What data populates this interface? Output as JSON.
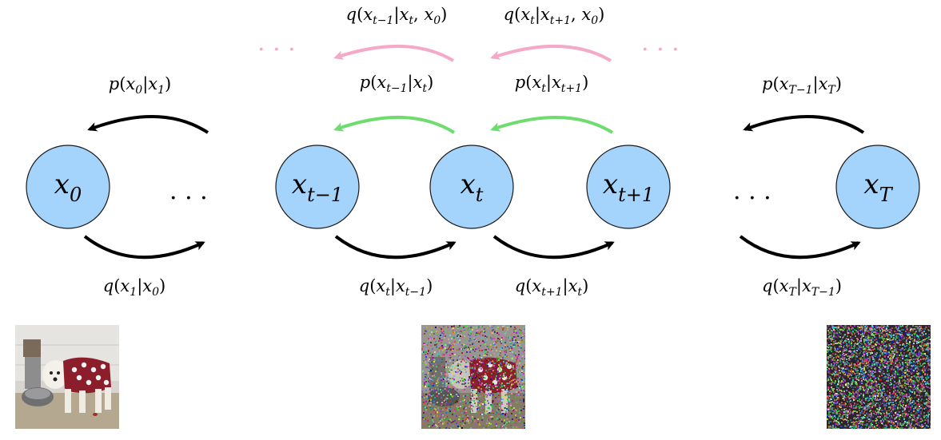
{
  "colors": {
    "node_fill": "#a4d3fb",
    "node_stroke": "#1a1a1a",
    "forward_arrow": "#000000",
    "reverse_arrow": "#000000",
    "model_arrow": "#6fdc6f",
    "posterior_arrow": "#f4a9c8"
  },
  "nodes": [
    {
      "id": "x0",
      "base": "x",
      "sub": "0"
    },
    {
      "id": "xt-1",
      "base": "x",
      "sub": "t−1"
    },
    {
      "id": "xt",
      "base": "x",
      "sub": "t"
    },
    {
      "id": "xt+1",
      "base": "x",
      "sub": "t+1"
    },
    {
      "id": "xT",
      "base": "x",
      "sub": "T"
    }
  ],
  "ellipsis": "· · ·",
  "labels": {
    "reverse_x0": {
      "f": "p",
      "a": "x",
      "as": "0",
      "b": "x",
      "bs": "1"
    },
    "reverse_xT": {
      "f": "p",
      "a": "x",
      "as": "T−1",
      "b": "x",
      "bs": "T"
    },
    "model_tm1": {
      "f": "p",
      "a": "x",
      "as": "t−1",
      "b": "x",
      "bs": "t"
    },
    "model_t": {
      "f": "p",
      "a": "x",
      "as": "t",
      "b": "x",
      "bs": "t+1"
    },
    "post_tm1": {
      "f": "q",
      "a": "x",
      "as": "t−1",
      "b": "x",
      "bs": "t",
      "c": "x",
      "cs": "0"
    },
    "post_t": {
      "f": "q",
      "a": "x",
      "as": "t",
      "b": "x",
      "bs": "t+1",
      "c": "x",
      "cs": "0"
    },
    "fwd_1": {
      "f": "q",
      "a": "x",
      "as": "1",
      "b": "x",
      "bs": "0"
    },
    "fwd_t": {
      "f": "q",
      "a": "x",
      "as": "t",
      "b": "x",
      "bs": "t−1"
    },
    "fwd_t1": {
      "f": "q",
      "a": "x",
      "as": "t+1",
      "b": "x",
      "bs": "t"
    },
    "fwd_T": {
      "f": "q",
      "a": "x",
      "as": "T",
      "b": "x",
      "bs": "T−1"
    }
  },
  "images": [
    {
      "id": "clean-image",
      "noise_level": 0.0
    },
    {
      "id": "noisy-image",
      "noise_level": 0.55
    },
    {
      "id": "pure-noise",
      "noise_level": 1.0
    }
  ]
}
